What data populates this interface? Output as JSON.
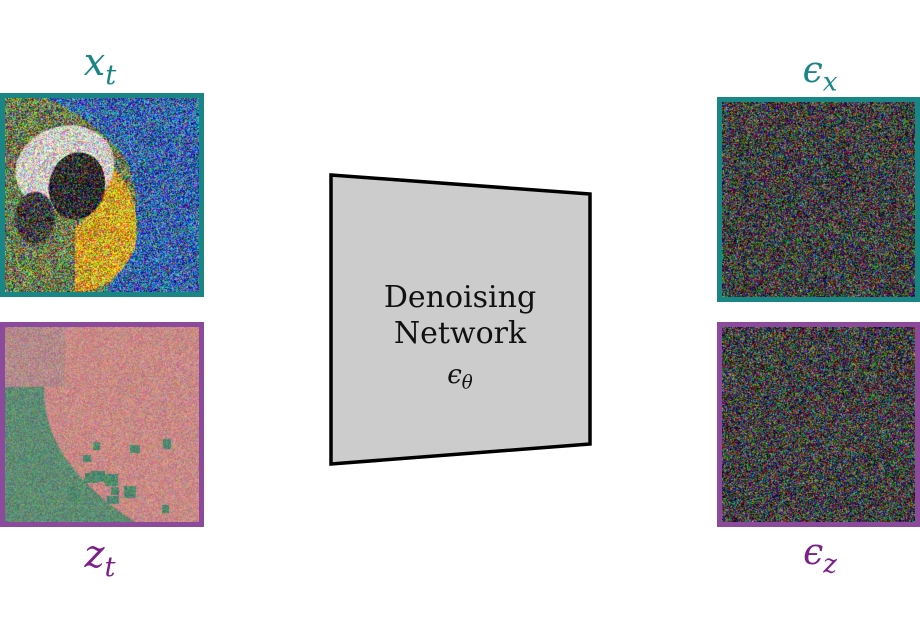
{
  "inputs": {
    "x_t": {
      "symbol": "x",
      "subscript": "t",
      "color": "#1a8585"
    },
    "z_t": {
      "symbol": "z",
      "subscript": "t",
      "color": "#7d1f8a"
    }
  },
  "network": {
    "line1": "Denoising",
    "line2": "Network",
    "symbol": "ϵ",
    "subscript": "θ",
    "fill": "#cccccc",
    "stroke": "#000000"
  },
  "outputs": {
    "eps_x": {
      "symbol": "ϵ",
      "subscript": "x",
      "color": "#1a8585"
    },
    "eps_z": {
      "symbol": "ϵ",
      "subscript": "z",
      "color": "#7d1f8a"
    }
  },
  "frame_colors": {
    "teal": "#1a8585",
    "purple": "#8c4a9c"
  }
}
